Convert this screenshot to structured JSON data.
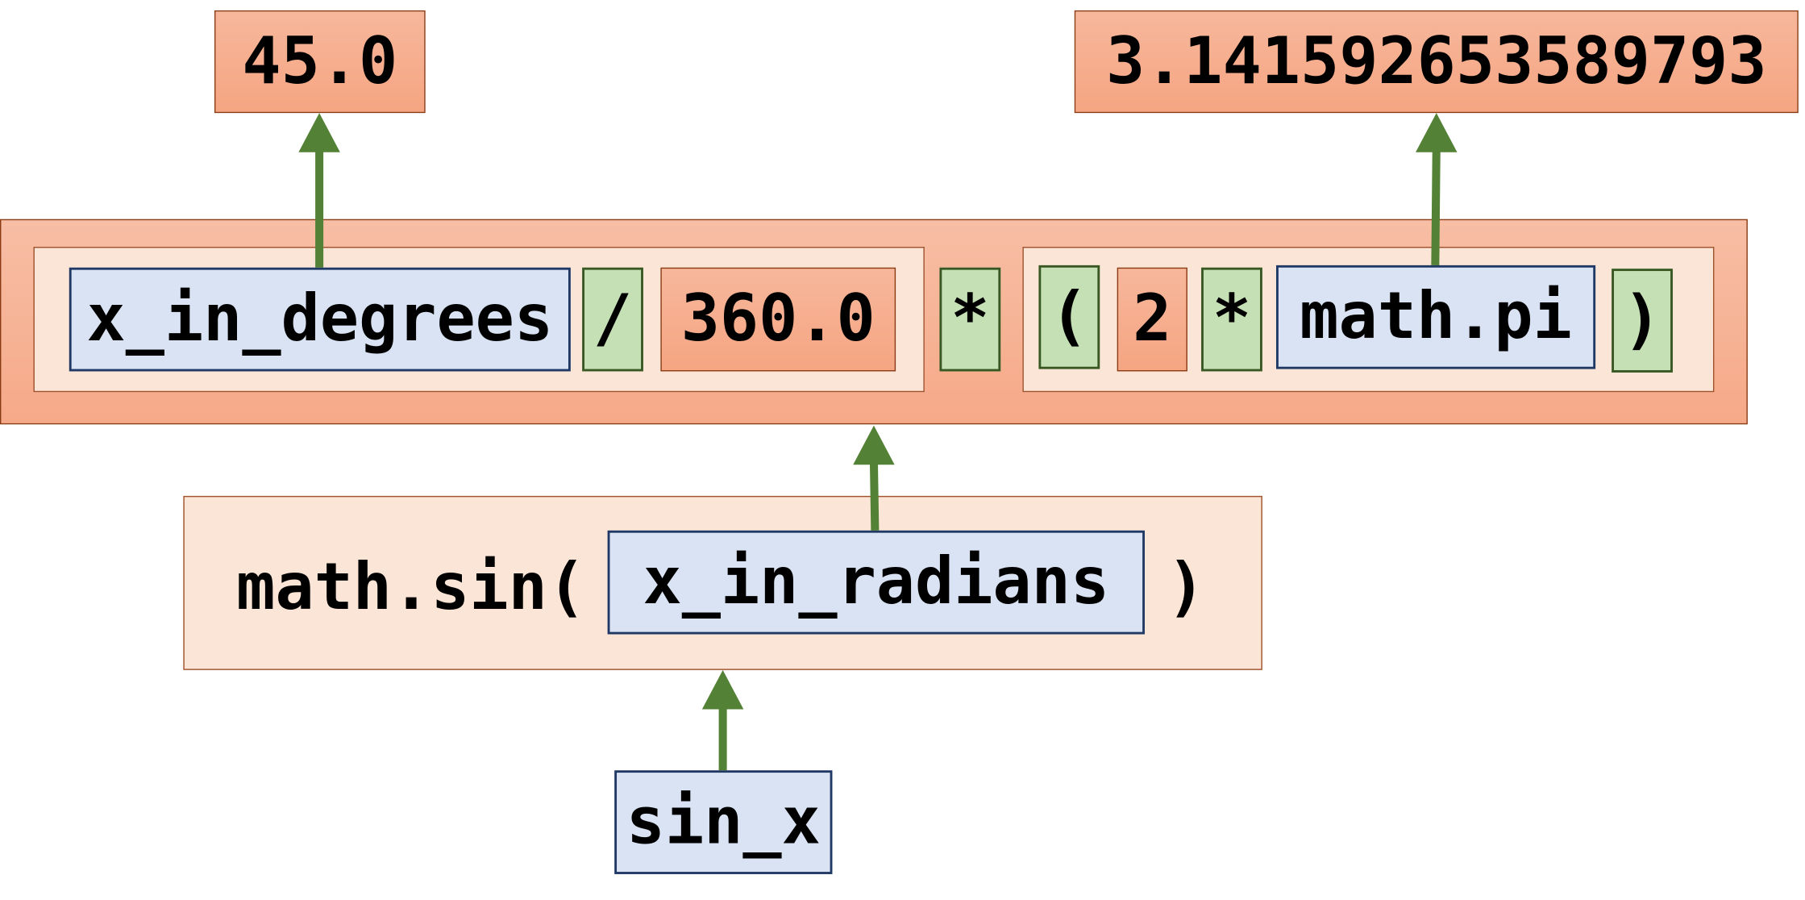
{
  "top_values": {
    "degrees_value": "45.0",
    "pi_value": "3.141592653589793"
  },
  "expression": {
    "x_in_degrees": "x_in_degrees",
    "divide_op": "/",
    "divisor": "360.0",
    "multiply_op": "*",
    "open_paren": "(",
    "two": "2",
    "multiply_op_inner": "*",
    "math_pi": "math.pi",
    "close_paren": ")"
  },
  "call": {
    "func_open": "math.sin(",
    "argument": "x_in_radians",
    "close_paren": ")"
  },
  "result_variable": "sin_x",
  "colors": {
    "arrow": "#538135",
    "salmon_fill": "#f4b183",
    "cream_fill": "#fbe5d6",
    "variable_fill": "#dae3f3",
    "operator_fill": "#c5e0b4"
  }
}
